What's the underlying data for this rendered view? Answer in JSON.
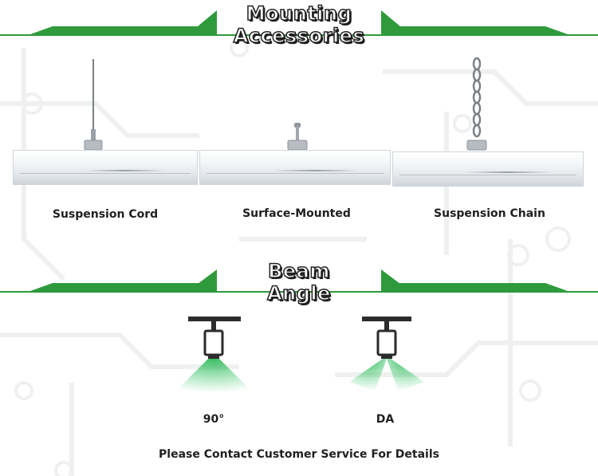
{
  "mounting": {
    "title_line1": "Mounting",
    "title_line2": "Accessories",
    "options": [
      {
        "label": "Suspension Cord"
      },
      {
        "label": "Surface-Mounted"
      },
      {
        "label": "Suspension Chain"
      }
    ]
  },
  "beam": {
    "title_line1": "Beam",
    "title_line2": "Angle",
    "options": [
      {
        "label": "90°"
      },
      {
        "label": "DA"
      }
    ]
  },
  "footer": {
    "note": "Please Contact Customer Service For Details"
  },
  "colors": {
    "accent_green": "#2e9a3c",
    "beam_glow": "#4cd07a",
    "text_dark": "#1f1f1f"
  }
}
